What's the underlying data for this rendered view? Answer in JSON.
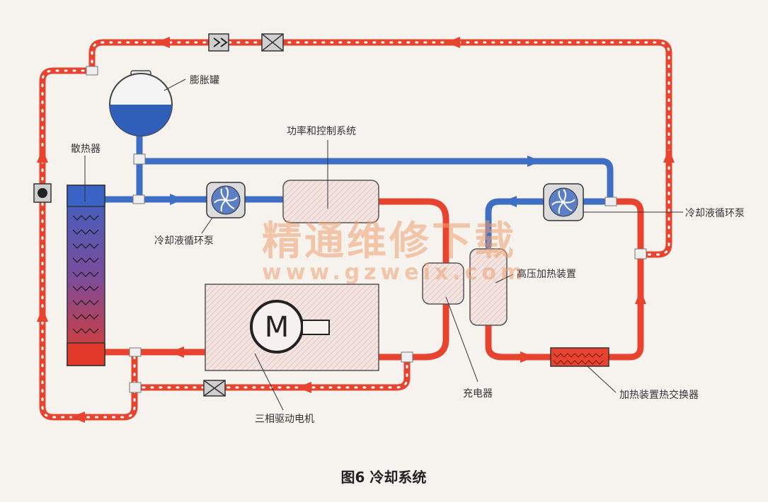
{
  "labels": {
    "expansion_tank": "膨胀罐",
    "power_control": "功率和控制系统",
    "radiator": "散热器",
    "pump_left": "冷却液循环泵",
    "pump_right": "冷却液循环泵",
    "hv_heater": "高压加热装置",
    "charger": "充电器",
    "motor": "三相驱动电机",
    "heater_exchanger": "加热装置热交换器",
    "motor_symbol": "M"
  },
  "caption": "图6 冷却系统",
  "watermark": {
    "line1": "精通维修下载",
    "line2": "www.gzweix.com"
  },
  "colors": {
    "hot_pipe": "#e8432e",
    "cold_pipe": "#3f6fc4",
    "component_fill": "#f3e6e2",
    "component_stroke": "#555555"
  }
}
